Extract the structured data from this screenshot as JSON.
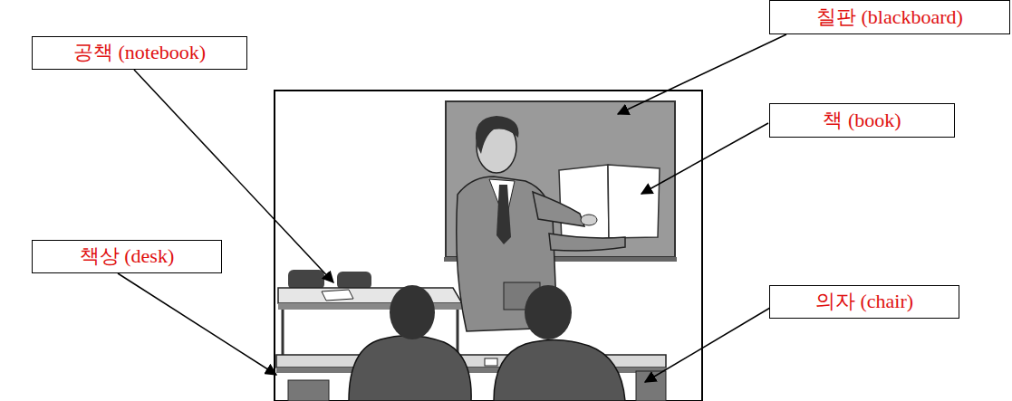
{
  "diagram": {
    "nodes": [
      {
        "text": [
          "칠판 (blackboard)"
        ]
      },
      {
        "text": [
          "공책 (notebook)"
        ]
      },
      {
        "text": [
          "책 (book)"
        ]
      },
      {
        "text": [
          "책상 (desk)"
        ]
      },
      {
        "text": [
          "의자 (chair)"
        ]
      }
    ]
  }
}
